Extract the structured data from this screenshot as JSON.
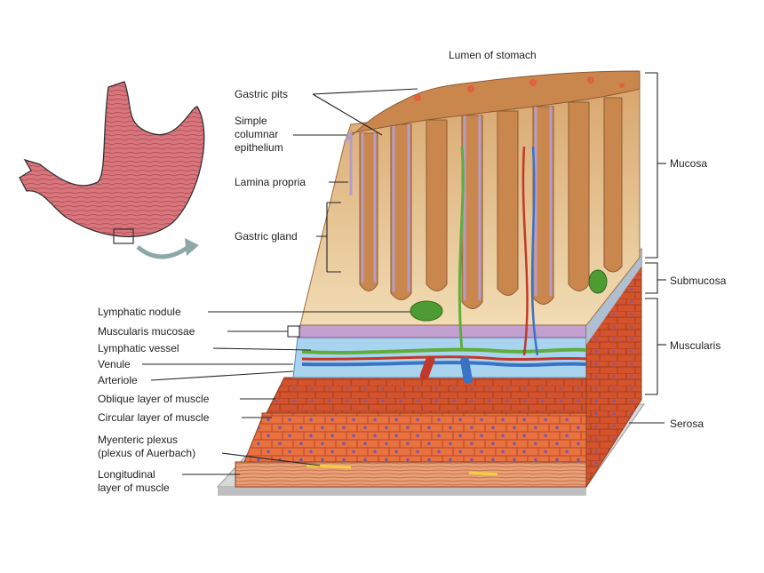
{
  "header_scribble": "",
  "title": "Lumen of stomach",
  "left_labels": {
    "gastric_pits": "Gastric pits",
    "simple_columnar_1": "Simple",
    "simple_columnar_2": "columnar",
    "simple_columnar_3": "epithelium",
    "lamina_propria": "Lamina propria",
    "gastric_gland": "Gastric gland",
    "lymphatic_nodule": "Lymphatic nodule",
    "muscularis_mucosae": "Muscularis mucosae",
    "lymphatic_vessel": "Lymphatic vessel",
    "venule": "Venule",
    "arteriole": "Arteriole",
    "oblique_muscle": "Oblique layer of muscle",
    "circular_muscle": "Circular layer of muscle",
    "myenteric_1": "Myenteric plexus",
    "myenteric_2": "(plexus of Auerbach)",
    "longitudinal_1": "Longitudinal",
    "longitudinal_2": "layer of muscle"
  },
  "right_labels": {
    "mucosa": "Mucosa",
    "submucosa": "Submucosa",
    "muscularis": "Muscularis",
    "serosa": "Serosa"
  },
  "colors": {
    "mucosa_tan": "#e8c89a",
    "gland_brown": "#c9874e",
    "epithelium_purple": "#b79cc8",
    "submucosa_blue": "#a9d4ef",
    "muscle_orange": "#e2683f",
    "lymph_green": "#5fae3c",
    "artery_red": "#c0392b",
    "vein_blue": "#3a73c4",
    "plexus_yellow": "#f2d23c"
  }
}
